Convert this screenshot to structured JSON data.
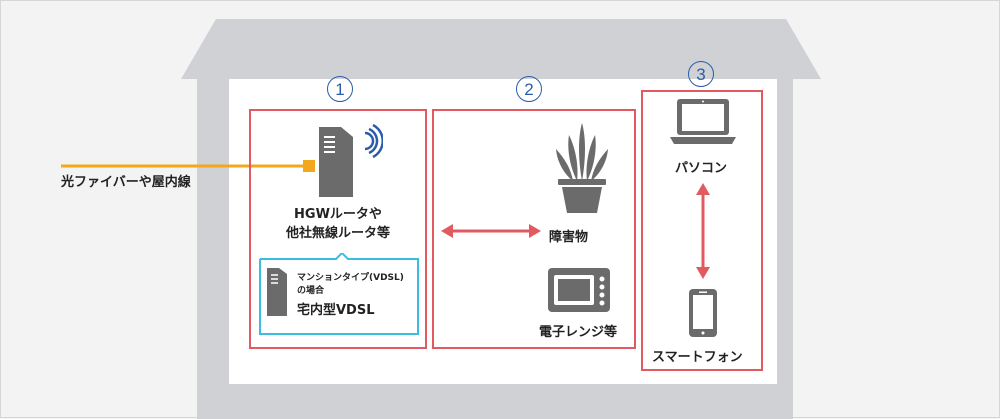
{
  "fiber_label": "光ファイバーや屋内線",
  "section1": {
    "number": "1",
    "router_line1": "HGWルータや",
    "router_line2": "他社無線ルータ等",
    "vdsl_small_line1": "マンションタイプ(VDSL)",
    "vdsl_small_line2": "の場合",
    "vdsl_main": "宅内型VDSL"
  },
  "section2": {
    "number": "2",
    "obstacle_label": "障害物",
    "microwave_label": "電子レンジ等"
  },
  "section3": {
    "number": "3",
    "pc_label": "パソコン",
    "phone_label": "スマートフォン"
  },
  "colors": {
    "red_box": "#e05a60",
    "blue_circle": "#2a5caa",
    "cyan_box": "#3cbde0",
    "fiber": "#f2a81c",
    "house": "#cfd1d4",
    "device": "#6b6b6b"
  }
}
